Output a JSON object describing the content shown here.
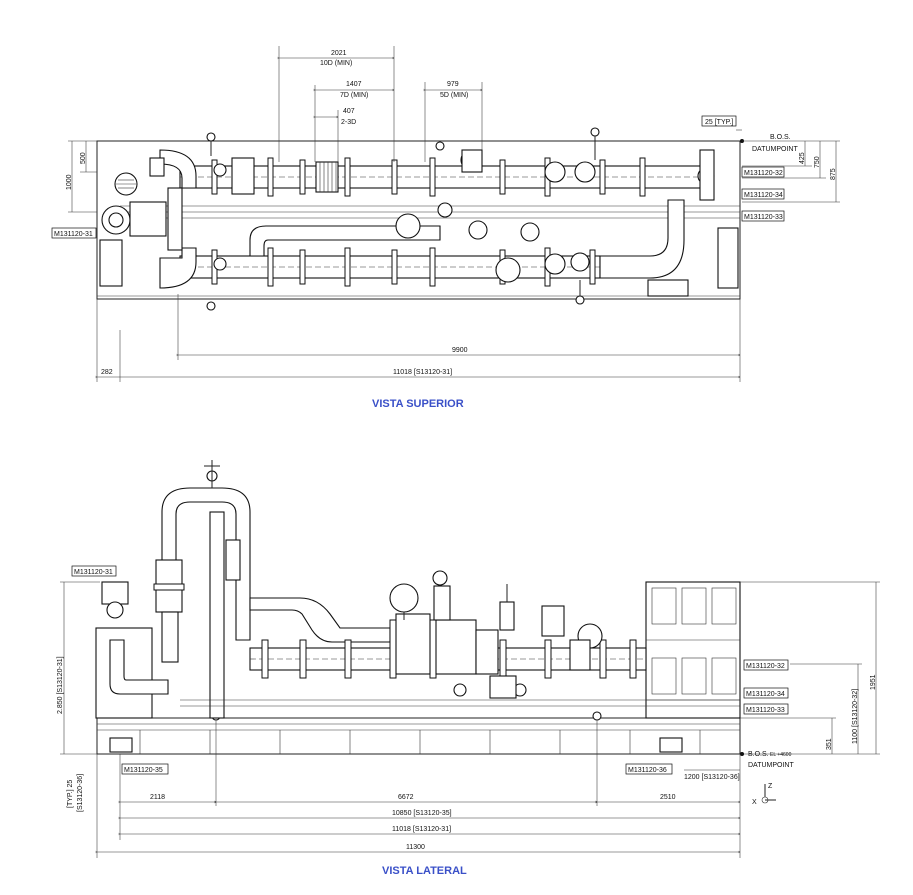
{
  "top_view": {
    "title": "VISTA SUPERIOR",
    "dims": {
      "d2021": "2021",
      "d10d": "10D (MIN)",
      "d1407": "1407",
      "d7d": "7D (MIN)",
      "d407": "407",
      "d23d": "2-3D",
      "d979": "979",
      "d5d": "5D (MIN)",
      "d25typ": "25 [TYP.]",
      "bos": "B.O.S.",
      "datum": "DATUMPOINT",
      "d425": "425",
      "d750": "750",
      "d875": "875",
      "d1000": "1000",
      "d500": "500",
      "d9900": "9900",
      "d11018": "11018 [S13120-31]",
      "d282": "282"
    },
    "tags": {
      "t32": "M131120-32",
      "t34": "M131120-34",
      "t33": "M131120-33",
      "t31": "M131120-31"
    }
  },
  "side_view": {
    "title": "VISTA LATERAL",
    "dims": {
      "d2850": "2.850 [S13120-31]",
      "d1951": "1951",
      "d1100": "1100 [S13120-32]",
      "d351": "351",
      "bos": "B.O.S.",
      "bos_el": "EL +4600",
      "datum": "DATUMPOINT",
      "d1200": "1200 [S13120-36]",
      "d2118": "2118",
      "d6672": "6672",
      "d2510": "2510",
      "d10850": "10850 [S13120-35]",
      "d11018": "11018 [S13120-31]",
      "d11300": "11300",
      "typ25": "[TYP.] 25",
      "s36": "[S13120-36]",
      "axis_x": "X",
      "axis_z": "Z"
    },
    "tags": {
      "t31": "M131120-31",
      "t32": "M131120-32",
      "t34": "M131120-34",
      "t33": "M131120-33",
      "t35": "M131120-35",
      "t36": "M131120-36"
    }
  }
}
